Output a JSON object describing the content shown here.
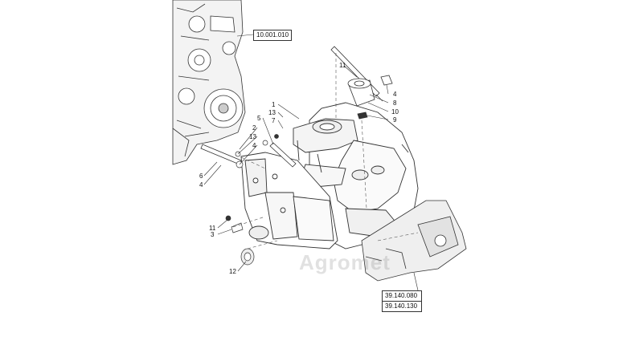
{
  "references": {
    "engine": "10.001.010",
    "support_a": "39.140.080",
    "support_b": "39.140.130"
  },
  "callouts": {
    "c1": "1",
    "c13a": "13",
    "c7": "7",
    "c5": "5",
    "c2": "2",
    "c13b": "13",
    "c4a": "4",
    "c6": "6",
    "c4b": "4",
    "c11a": "11",
    "c3": "3",
    "c12": "12",
    "c11b": "11",
    "c4c": "4",
    "c8": "8",
    "c10": "10",
    "c9": "9"
  },
  "watermark": "Agromet",
  "colors": {
    "line": "#333333",
    "fill": "#ffffff",
    "shade": "#e6e6e6"
  }
}
